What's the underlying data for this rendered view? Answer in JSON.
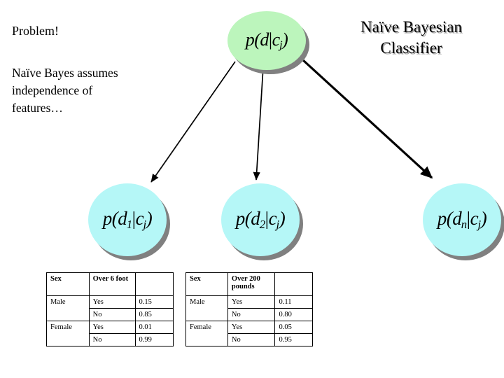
{
  "slide": {
    "title_line1": "Naïve Bayesian",
    "title_line2": "Classifier",
    "heading": "Problem!",
    "body_line1": "Naïve Bayes assumes",
    "body_line2": "independence of",
    "body_line3": "features…"
  },
  "colors": {
    "root_node_fill": "#bcf5bc",
    "child_node_fill": "#b5f7f7",
    "node_shadow": "#808080",
    "arrow": "#000000",
    "text": "#000000",
    "background": "#ffffff"
  },
  "nodes": {
    "root": {
      "p": "p",
      "open": "(",
      "d": "d",
      "sub": "",
      "bar": "|",
      "c": "c",
      "csub": "j",
      "close": ")",
      "full": "p(d|cj)"
    },
    "d1": {
      "p": "p",
      "open": "(",
      "d": "d",
      "sub": "1",
      "bar": "|",
      "c": "c",
      "csub": "j",
      "close": ")",
      "full": "p(d1|cj)"
    },
    "d2": {
      "p": "p",
      "open": "(",
      "d": "d",
      "sub": "2",
      "bar": "|",
      "c": "c",
      "csub": "j",
      "close": ")",
      "full": "p(d2|cj)"
    },
    "dn": {
      "p": "p",
      "open": "(",
      "d": "d",
      "sub": "n",
      "bar": "|",
      "c": "c",
      "csub": "j",
      "close": ")",
      "full": "p(dn|cj)"
    }
  },
  "tables": {
    "height": {
      "headers": [
        "Sex",
        "Over 6 foot",
        ""
      ],
      "header_sex": "Sex",
      "header_feature": "Over 6 foot",
      "header_value": "",
      "rows": [
        {
          "sex": "Male",
          "feature": "Yes",
          "value": "0.15"
        },
        {
          "sex": "",
          "feature": "No",
          "value": "0.85"
        },
        {
          "sex": "Female",
          "feature": "Yes",
          "value": "0.01"
        },
        {
          "sex": "",
          "feature": "No",
          "value": "0.99"
        }
      ]
    },
    "weight": {
      "headers": [
        "Sex",
        "Over 200 pounds",
        ""
      ],
      "header_sex": "Sex",
      "header_feature": "Over 200 pounds",
      "header_value": "",
      "rows": [
        {
          "sex": "Male",
          "feature": "Yes",
          "value": "0.11"
        },
        {
          "sex": "",
          "feature": "No",
          "value": "0.80"
        },
        {
          "sex": "Female",
          "feature": "Yes",
          "value": "0.05"
        },
        {
          "sex": "",
          "feature": "No",
          "value": "0.95"
        }
      ]
    }
  }
}
